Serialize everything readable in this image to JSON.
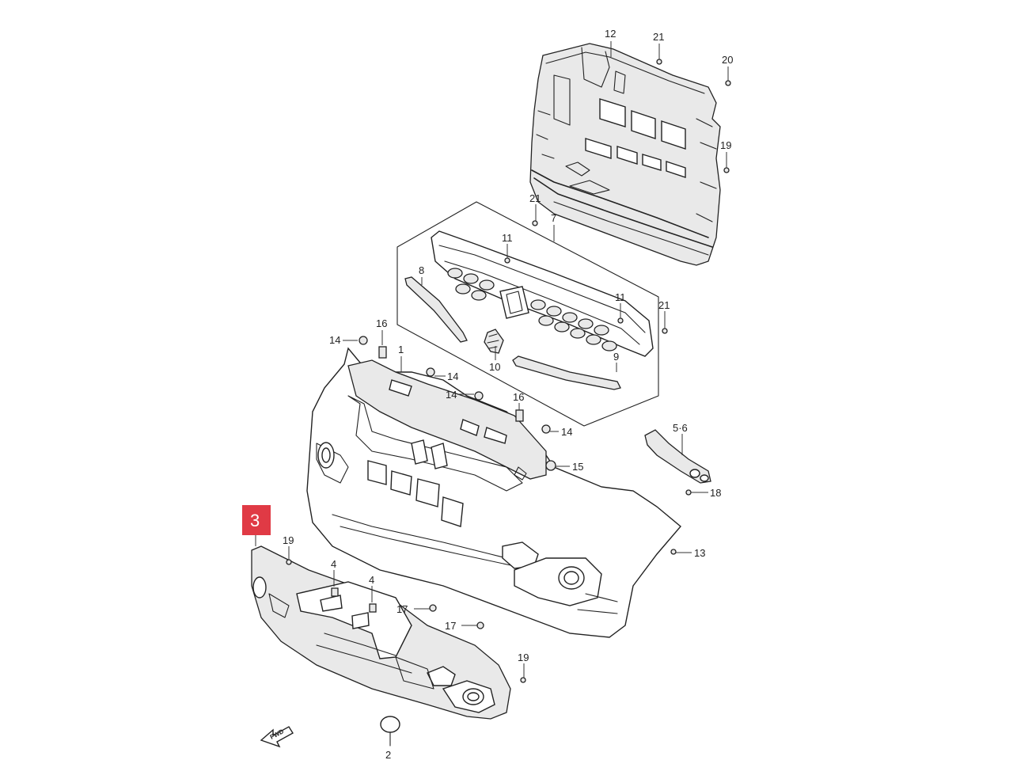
{
  "callouts": {
    "c1": "1",
    "c2": "2",
    "c4a": "4",
    "c4b": "4",
    "c56": "5·6",
    "c7": "7",
    "c8": "8",
    "c9": "9",
    "c10": "10",
    "c11a": "11",
    "c11b": "11",
    "c12": "12",
    "c13": "13",
    "c14a": "14",
    "c14b": "14",
    "c14c": "14",
    "c14d": "14",
    "c15": "15",
    "c16a": "16",
    "c16b": "16",
    "c17a": "17",
    "c17b": "17",
    "c18": "18",
    "c19a": "19",
    "c19b": "19",
    "c19c": "19",
    "c20": "20",
    "c21a": "21",
    "c21b": "21",
    "c21c": "21"
  },
  "highlight": {
    "label": "3",
    "color": "#e03a45"
  },
  "fwd": {
    "label": "FWD"
  }
}
